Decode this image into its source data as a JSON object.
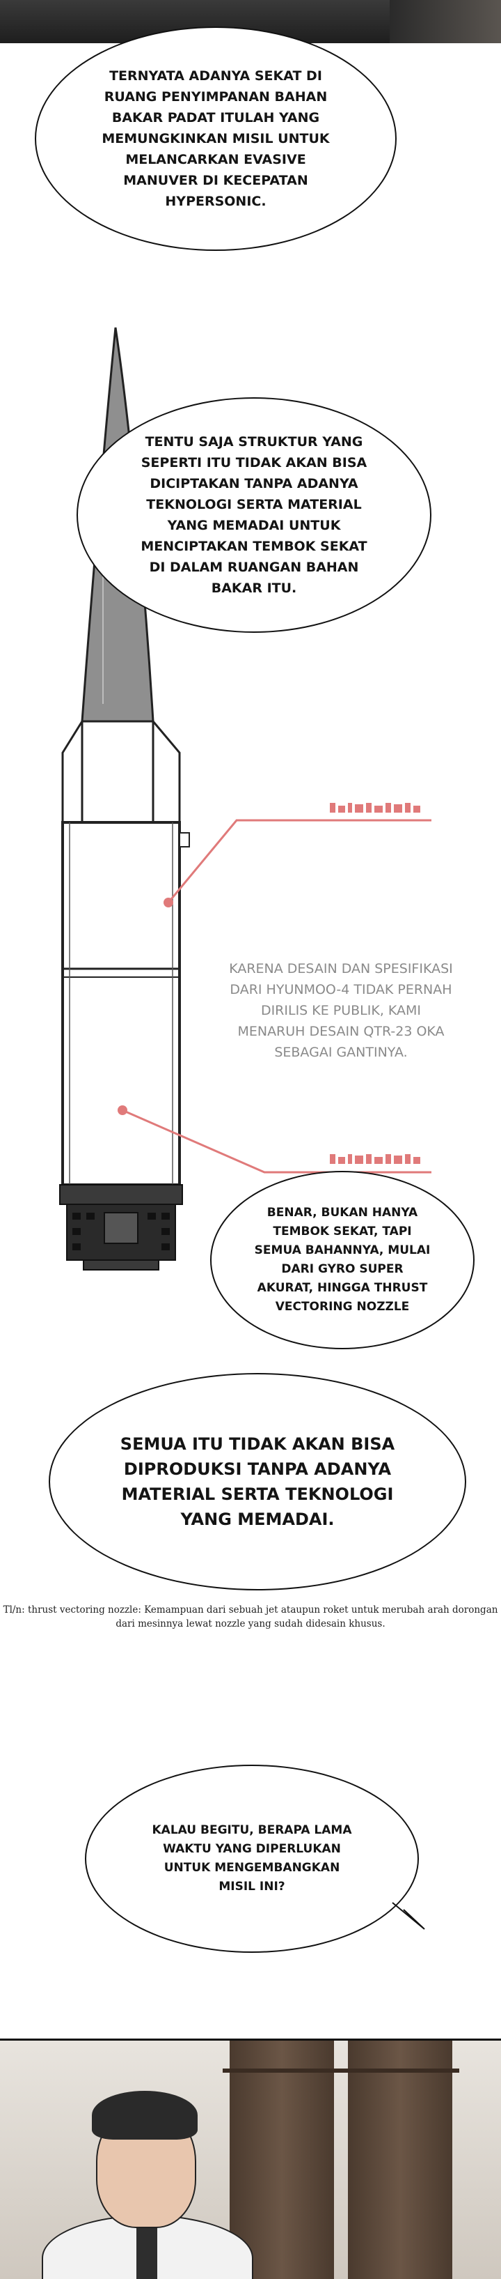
{
  "bubbles": {
    "b1": "TERNYATA ADANYA SEKAT DI RUANG PENYIMPANAN BAHAN BAKAR PADAT ITULAH YANG MEMUNGKINKAN MISIL UNTUK MELANCARKAN EVASIVE MANUVER DI KECEPATAN HYPERSONIC.",
    "b2": "TENTU SAJA STRUKTUR YANG SEPERTI ITU TIDAK AKAN BISA DICIPTAKAN TANPA ADANYA TEKNOLOGI SERTA MATERIAL YANG MEMADAI UNTUK MENCIPTAKAN TEMBOK SEKAT DI DALAM RUANGAN BAHAN BAKAR ITU.",
    "b3": "BENAR, BUKAN HANYA TEMBOK SEKAT, TAPI SEMUA BAHANNYA, MULAI DARI GYRO SUPER AKURAT, HINGGA THRUST VECTORING NOZZLE",
    "b4": "SEMUA ITU TIDAK AKAN BISA DIPRODUKSI TANPA ADANYA MATERIAL SERTA TEKNOLOGI YANG MEMADAI.",
    "b5": "KALAU BEGITU, BERAPA LAMA WAKTU YANG DIPERLUKAN UNTUK MENGEMBANGKAN MISIL INI?"
  },
  "diagram_note": "KARENA DESAIN DAN SPESIFIKASI DARI HYUNMOO-4 TIDAK PERNAH DIRILIS KE PUBLIK, KAMI MENARUH DESAIN QTR-23 OKA SEBAGAI GANTINYA.",
  "translator_note": "Tl/n: thrust vectoring nozzle: Kemampuan dari sebuah jet ataupun roket untuk merubah arah dorongan dari mesinnya lewat nozzle yang sudah didesain khusus.",
  "colors": {
    "callout": "#e07a7a",
    "missile_gray": "#8f8f8f",
    "ink": "#111111"
  }
}
